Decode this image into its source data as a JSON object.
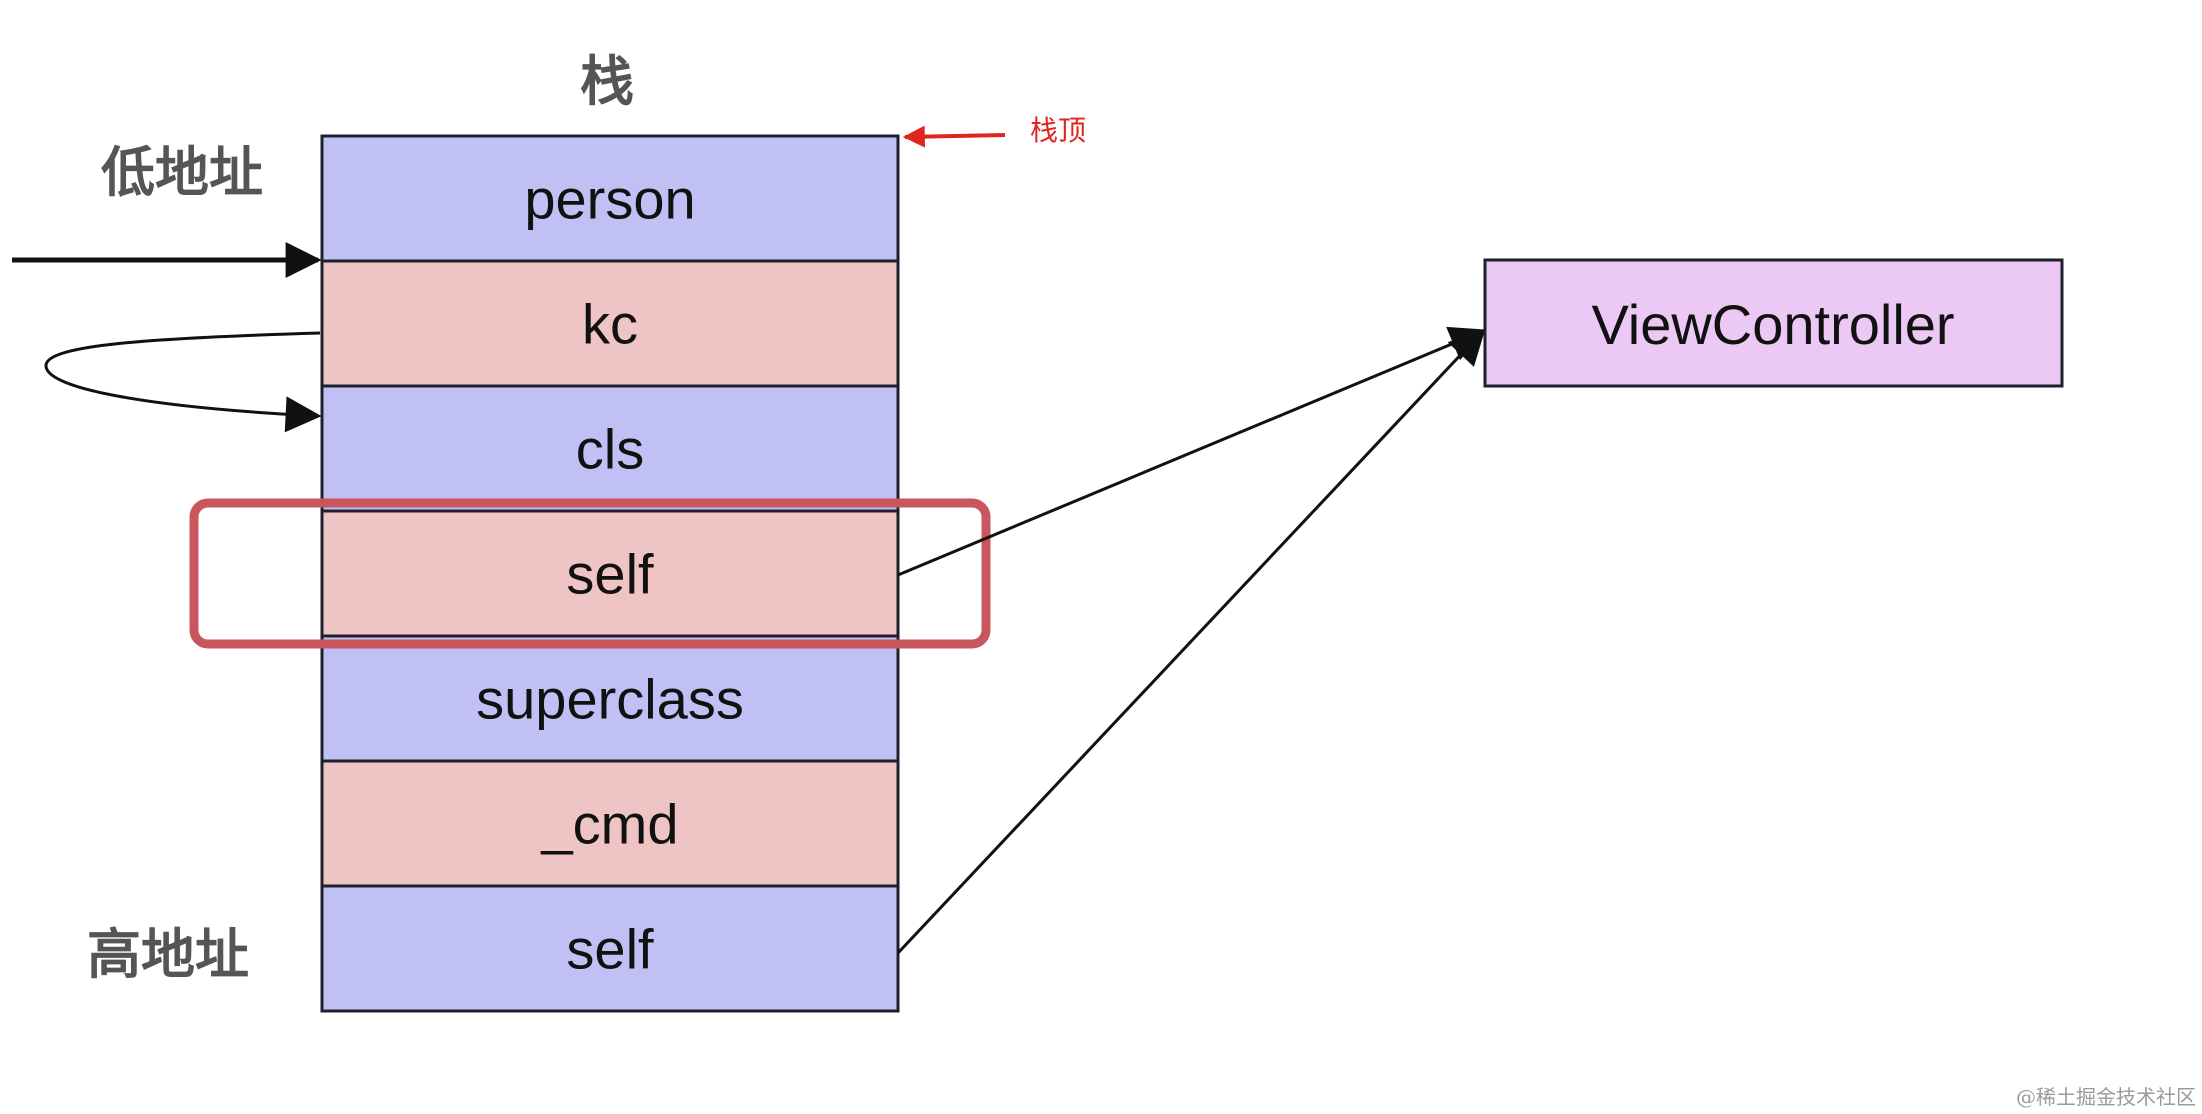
{
  "stack": {
    "title": "栈",
    "top_annotation": "栈顶",
    "low_address_label": "低地址",
    "high_address_label": "高地址",
    "cells": [
      {
        "label": "person",
        "fill": "#c0c0f4"
      },
      {
        "label": "kc",
        "fill": "#eec4c4"
      },
      {
        "label": "cls",
        "fill": "#c0c0f4"
      },
      {
        "label": "self",
        "fill": "#eec4c4"
      },
      {
        "label": "superclass",
        "fill": "#c0c0f4"
      },
      {
        "label": "_cmd",
        "fill": "#eec4c4"
      },
      {
        "label": "self",
        "fill": "#c0c0f4"
      }
    ],
    "highlighted_cell": 3
  },
  "target": {
    "label": "ViewController",
    "fill": "#ecc8f4"
  },
  "watermark": "@稀土掘金技术社区",
  "colors": {
    "highlight": "#c9565d",
    "annotation": "#e0251f",
    "line": "#111111",
    "cell_border": "#1f1f2e"
  }
}
